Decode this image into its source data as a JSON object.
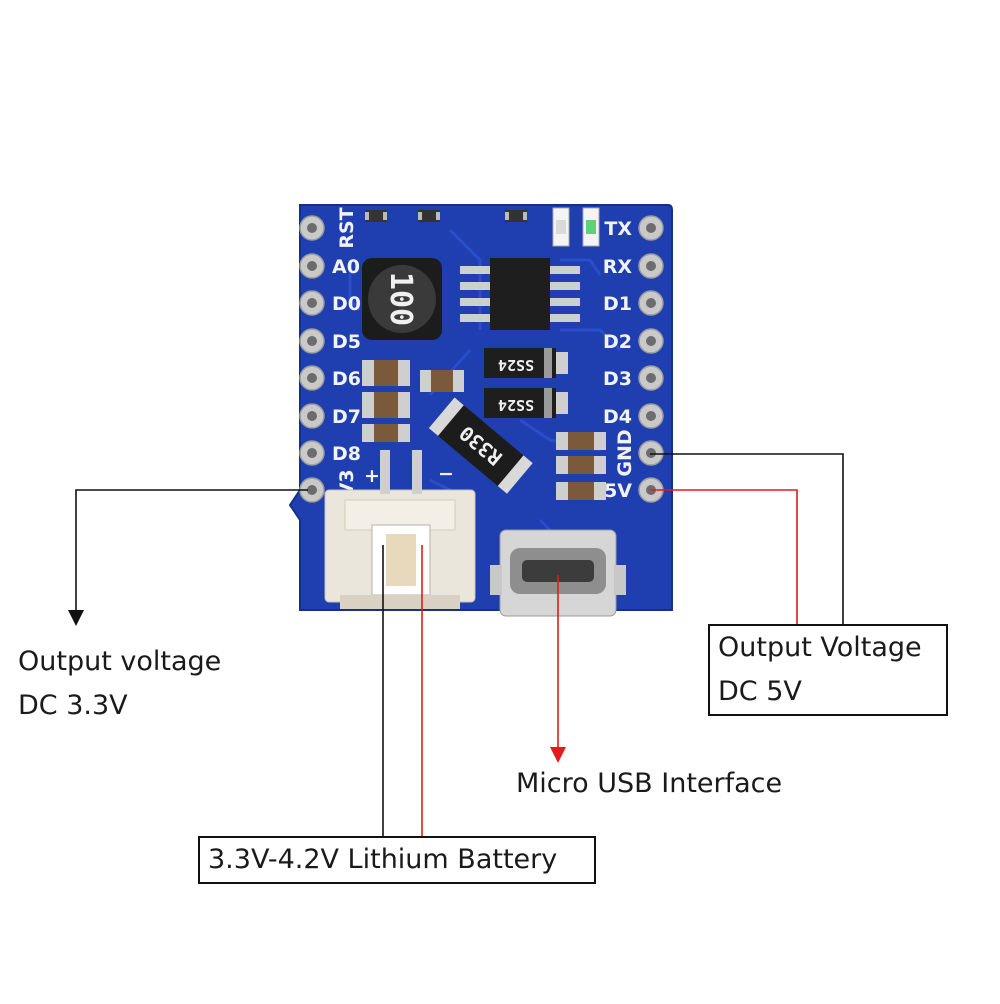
{
  "board": {
    "left_pins": [
      "RST",
      "A0",
      "D0",
      "D5",
      "D6",
      "D7",
      "D8",
      "3V3"
    ],
    "right_pins": [
      "TX",
      "RX",
      "D1",
      "D2",
      "D3",
      "D4",
      "GND",
      "5V"
    ],
    "inductor_marking": "100",
    "diode_marking": "SS24",
    "resistor_marking": "R330",
    "polarity_plus": "+",
    "polarity_minus": "−",
    "colors": {
      "pcb": "#1f3fb0",
      "pad": "#c9c9c9",
      "leader_black": "#111111",
      "leader_red": "#e21b1b"
    }
  },
  "callouts": {
    "output_3v3_line1": "Output voltage",
    "output_3v3_line2": "DC 3.3V",
    "output_5v_line1": "Output Voltage",
    "output_5v_line2": "DC 5V",
    "micro_usb": "Micro USB Interface",
    "battery": "3.3V-4.2V Lithium Battery"
  }
}
